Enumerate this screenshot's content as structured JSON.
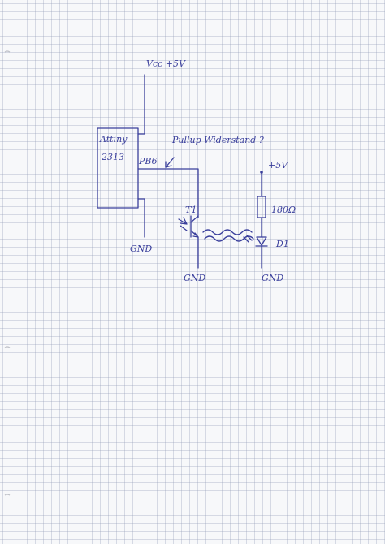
{
  "diagram": {
    "labels": {
      "vcc": "Vcc +5V",
      "chip_line1": "Attiny",
      "chip_line2": "2313",
      "pin": "PB6",
      "question": "Pullup Widerstand ?",
      "gnd_chip": "GND",
      "transistor": "T1",
      "gnd_transistor": "GND",
      "supply": "+5V",
      "resistor": "180Ω",
      "diode": "D1",
      "gnd_diode": "GND"
    }
  },
  "colors": {
    "ink": "#3a3f9c",
    "grid": "#9aa0b9",
    "paper": "#f7f8fa"
  }
}
